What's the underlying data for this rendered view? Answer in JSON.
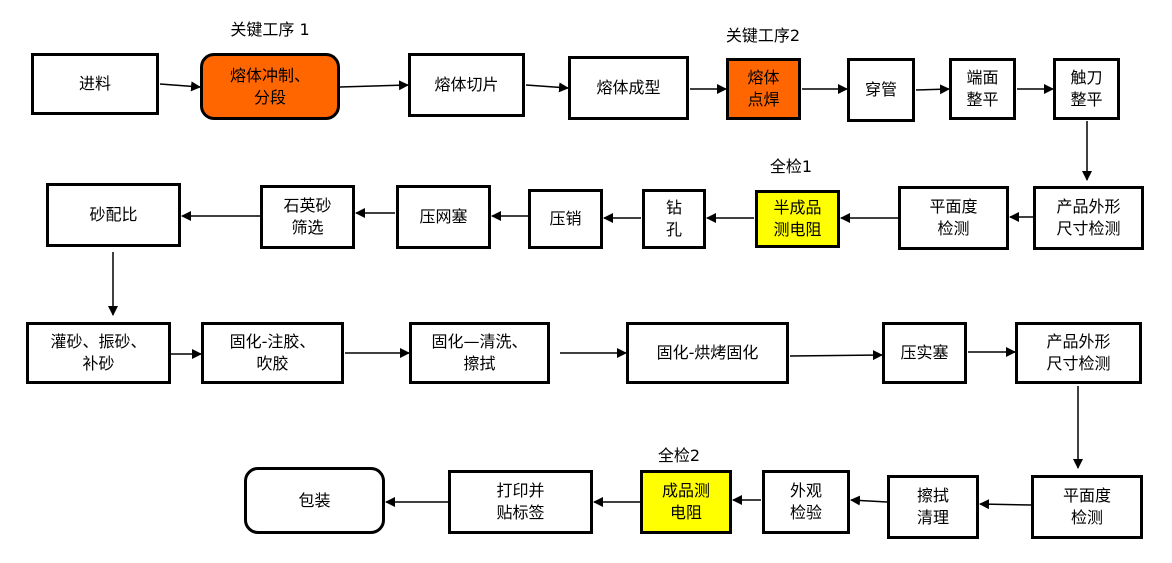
{
  "labels": {
    "key1": "关键工序 1",
    "key2": "关键工序2",
    "check1": "全检1",
    "check2": "全检2"
  },
  "colors": {
    "key_process": "#ff6600",
    "full_inspection": "#ffff00",
    "line": "#000000"
  },
  "steps": [
    "进料",
    "熔体冲制、\n分段",
    "熔体切片",
    "熔体成型",
    "熔体\n点焊",
    "穿管",
    "端面\n整平",
    "触刀\n整平",
    "产品外形\n尺寸检测",
    "平面度\n检测",
    "半成品\n测电阻",
    "钻\n孔",
    "压销",
    "压网塞",
    "石英砂\n筛选",
    "砂配比",
    "灌砂、振砂、\n补砂",
    "固化-注胶、\n吹胶",
    "固化—清洗、\n擦拭",
    "固化-烘烤固化",
    "压实塞",
    "产品外形\n尺寸检测",
    "平面度\n检测",
    "擦拭\n清理",
    "外观\n检验",
    "成品测\n电阻",
    "打印并\n贴标签",
    "包装"
  ]
}
